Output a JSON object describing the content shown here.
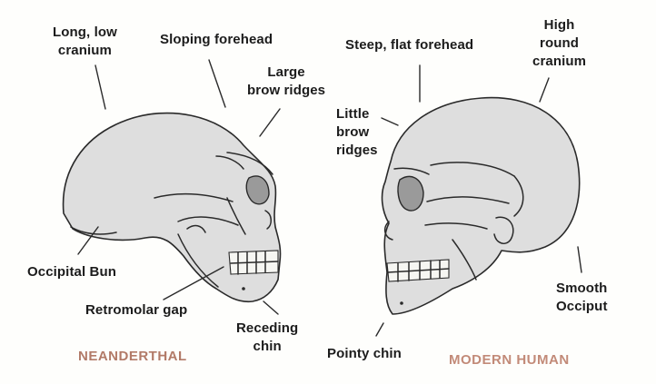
{
  "diagram": {
    "left_skull": {
      "caption": "NEANDERTHAL",
      "labels": {
        "cranium": [
          "Long, low",
          "cranium"
        ],
        "forehead": "Sloping forehead",
        "brow": [
          "Large",
          "brow ridges"
        ],
        "occipital": "Occipital Bun",
        "gap": "Retromolar gap",
        "chin": [
          "Receding",
          "chin"
        ]
      }
    },
    "right_skull": {
      "caption": "MODERN HUMAN",
      "labels": {
        "forehead": "Steep, flat forehead",
        "cranium": [
          "High",
          "round",
          "cranium"
        ],
        "brow": [
          "Little",
          "brow",
          "ridges"
        ],
        "occiput": [
          "Smooth",
          "Occiput"
        ],
        "chin": "Pointy chin"
      }
    },
    "colors": {
      "caption": "#b27a68",
      "bone": "#dedede",
      "outline": "#2a2a2a"
    }
  }
}
